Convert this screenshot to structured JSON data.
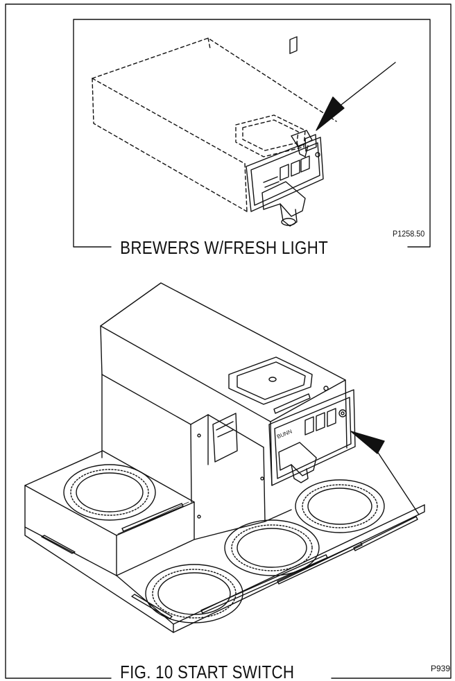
{
  "top_inset": {
    "caption": "BREWERS W/FRESH LIGHT",
    "part_number": "P1258.50"
  },
  "main_figure": {
    "caption": "FIG. 10 START SWITCH",
    "part_number": "P939",
    "brand_label": "BUNN"
  },
  "colors": {
    "line": "#111111",
    "background": "#ffffff"
  }
}
